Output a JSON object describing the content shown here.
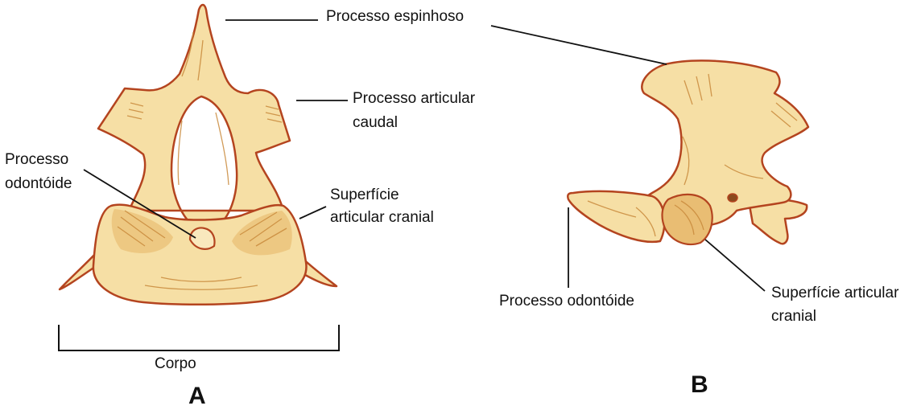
{
  "colors": {
    "bone_fill": "#f6dfa5",
    "bone_light": "#fbefcd",
    "bone_outline": "#b4441f",
    "bone_shade": "#c98a3c",
    "leader": "#111111"
  },
  "labels": {
    "spinous_process": "Processo espinhoso",
    "caudal_articular_l1": "Processo articular",
    "caudal_articular_l2": "caudal",
    "dens_a_l1": "Processo",
    "dens_a_l2": "odontóide",
    "cranial_a_l1": "Superfície",
    "cranial_a_l2": "articular cranial",
    "body": "Corpo",
    "dens_b": "Processo odontóide",
    "cranial_b_l1": "Superfície articular",
    "cranial_b_l2": "cranial"
  },
  "panels": {
    "a": "A",
    "b": "B"
  }
}
